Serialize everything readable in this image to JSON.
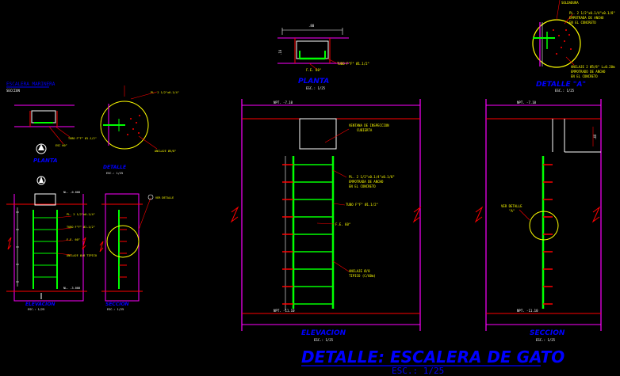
{
  "colors": {
    "background": "#000000",
    "wall": "#ff00ff",
    "section_cut": "#ff0000",
    "ladder": "#00ff00",
    "annotation": "#ffff00",
    "title": "#0000ff",
    "dimension": "#00ffff",
    "leader": "#ff0000",
    "text_white": "#ffffff"
  },
  "main_title": "DETALLE: ESCALERA DE GATO",
  "main_scale": "ESC.: 1/25",
  "planta": {
    "title": "PLANTA",
    "scale": "ESC.: 1/25",
    "dim_top": ".80",
    "dim_side": ".10",
    "note_tube": "TUBO F°F° Ø1.1/2\"",
    "note_angle": "F.E. 60°"
  },
  "detalle_a": {
    "title": "DETALLE \"A\"",
    "scale": "ESC.: 1/25",
    "note_top": "SOLDADURA",
    "note_plate": "PL. 2 1/2\"x0.1/4\"x0.1/8\" EMPOTRADA DE ANCHO EN EL CONCRETO",
    "note_anchor": "ANCLAJE 2 Ø5/8\" L=0.20m EMPOTRADO DE ANCHO EN EL CONCRETO"
  },
  "elevacion": {
    "title": "ELEVACION",
    "scale": "ESC.: 1/25",
    "npt_top": "NPT. -7.10",
    "npt_bottom": "NPT. -11.10",
    "note_opening": "VENTANA DE INSPECCION CUBIERTA",
    "note_plate": "PL. 2 1/2\"x0.1/4\"x0.1/8\" EMPOTRADA DE ANCHO EN EL CONCRETO",
    "note_tube": "TUBO F°F° Ø1.1/2\"",
    "note_fe": "F.E. 60°",
    "note_anchor": "ANCLAJE Ø/8 TIPICO (C/60m)"
  },
  "seccion": {
    "title": "SECCION",
    "scale": "ESC.: 1/25",
    "npt_top": "NPT. -7.10",
    "npt_bottom": "NPT. -11.10",
    "note_detail": "VER DETALLE \"A\""
  },
  "left_small": {
    "top_title": "ESCALERA MARINERA",
    "top_sub": "SECCION",
    "planta": "PLANTA",
    "detalle": "DETALLE",
    "elevacion": "ELEVACION",
    "seccion": "SECCION",
    "scale": "ESC.: 1/25",
    "note_a": "PL. 2 1/2\"x0.1/4\"",
    "note_b": "ANCLAJE Ø5/8\"",
    "note_c": "VER DETALLE",
    "npt_top": "NL. -0.000",
    "npt_bottom": "NL. -3.000"
  }
}
